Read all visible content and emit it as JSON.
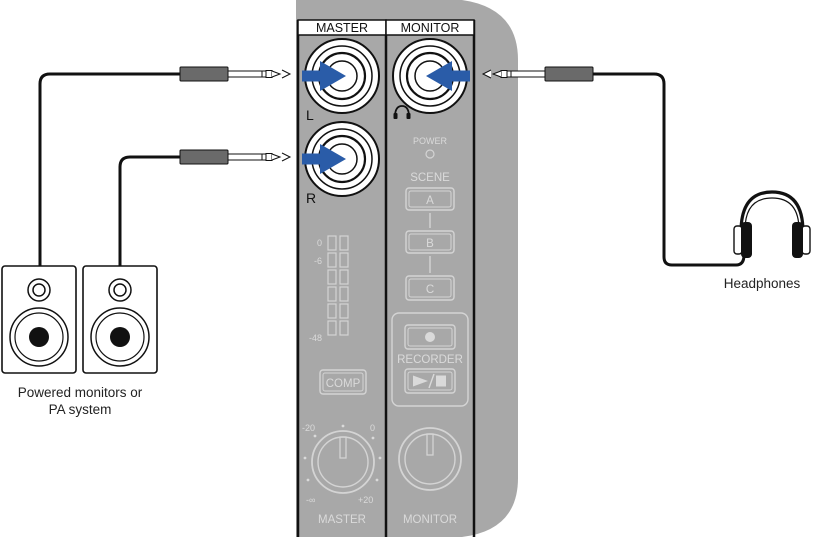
{
  "panel": {
    "master_header": "MASTER",
    "monitor_header": "MONITOR",
    "jack_left_label": "L",
    "jack_right_label": "R",
    "power_label": "POWER",
    "scene_label": "SCENE",
    "scene_buttons": [
      "A",
      "B",
      "C"
    ],
    "meter_scale": [
      "0",
      "-6",
      "-48"
    ],
    "comp_label": "COMP",
    "recorder_label": "RECORDER",
    "knob_scale_min": "-20",
    "knob_scale_zero": "0",
    "knob_scale_inf": "-∞",
    "knob_scale_max": "+20",
    "master_knob_label": "MASTER",
    "monitor_knob_label": "MONITOR"
  },
  "devices": {
    "monitors_caption_line1": "Powered monitors or",
    "monitors_caption_line2": "PA system",
    "headphones_caption": "Headphones"
  },
  "colors": {
    "arrow": "#2a5ca8",
    "panel": "#a8a8a8",
    "cable": "#111111"
  },
  "icons": [
    "headphones-icon",
    "record-icon",
    "play-stop-icon"
  ]
}
